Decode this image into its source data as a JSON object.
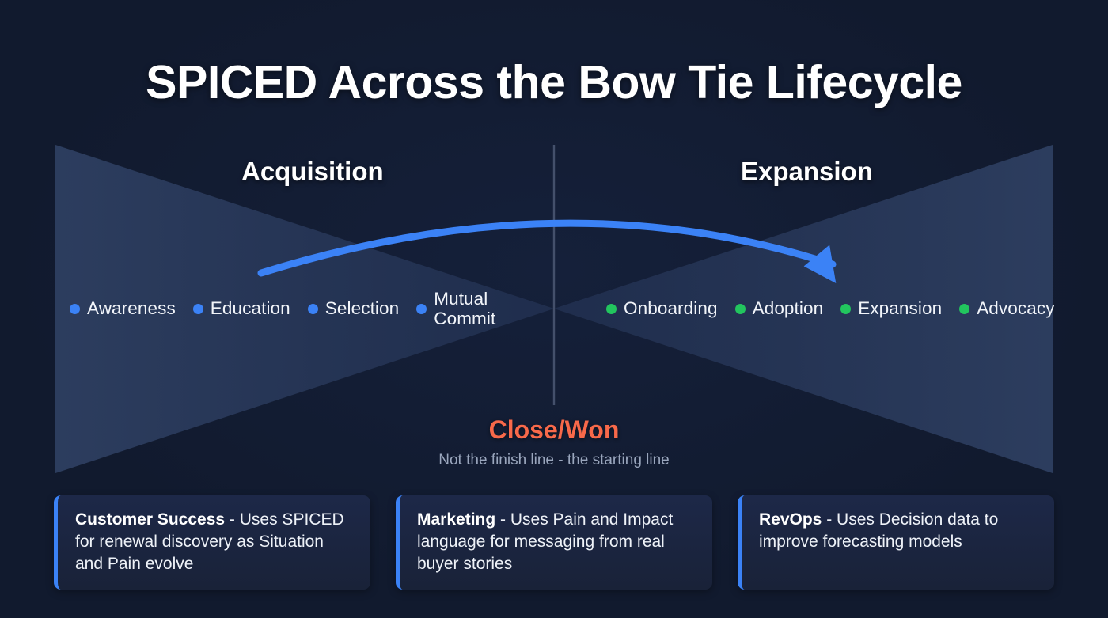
{
  "title": "SPICED Across the Bow Tie Lifecycle",
  "colors": {
    "background": "#111a2e",
    "accent_blue": "#3b82f6",
    "accent_green": "#22c55e",
    "close_won": "#f8694a",
    "card_background": "#1d2848",
    "triangle_fill": "#2b3b5c",
    "divider": "#44506b"
  },
  "diagram": {
    "left_phase": {
      "label": "Acquisition",
      "dot_color": "#3b82f6",
      "stages": [
        {
          "label": "Awareness"
        },
        {
          "label": "Education"
        },
        {
          "label": "Selection"
        },
        {
          "label": "Mutual\nCommit"
        }
      ]
    },
    "right_phase": {
      "label": "Expansion",
      "dot_color": "#22c55e",
      "stages": [
        {
          "label": "Onboarding"
        },
        {
          "label": "Adoption"
        },
        {
          "label": "Expansion"
        },
        {
          "label": "Advocacy"
        }
      ]
    },
    "center": {
      "title": "Close/Won",
      "subtitle": "Not the finish line - the starting line"
    },
    "arrow": {
      "name": "journey-arc-arrow",
      "color": "#3b82f6",
      "direction": "left-to-right"
    }
  },
  "cards": [
    {
      "role": "Customer Success",
      "description": " - Uses SPICED for renewal discovery as Situation and Pain evolve"
    },
    {
      "role": "Marketing",
      "description": " - Uses Pain and Impact language for messaging from real buyer stories"
    },
    {
      "role": "RevOps",
      "description": " - Uses Decision data to improve forecasting models"
    }
  ]
}
